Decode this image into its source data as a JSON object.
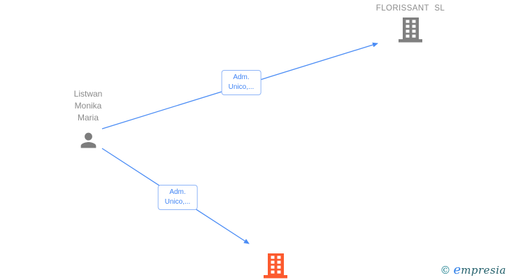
{
  "diagram_title": "",
  "person": {
    "name": "Listwan\nMonika\nMaria",
    "icon": "person-icon"
  },
  "company_top": {
    "name": "FLORISSANT SL",
    "icon": "building-icon"
  },
  "company_bottom": {
    "name": "",
    "icon": "building-icon"
  },
  "edges": [
    {
      "label": "Adm.\nUnico,...",
      "from": "Listwan Monika Maria",
      "to": "FLORISSANT SL"
    },
    {
      "label": "Adm.\nUnico,...",
      "from": "Listwan Monika Maria",
      "to": "bottom-company"
    }
  ],
  "colors": {
    "edge": "#4a8cf5",
    "edge_label_text": "#4285f4",
    "edge_label_border": "#8fb5f8",
    "person_icon": "#7d7d7d",
    "company_gray_icon": "#808080",
    "company_orange_icon": "#fc5a2e",
    "label_text_gray": "#8a8a8a",
    "watermark_teal": "#1b7f8e",
    "watermark_blue": "#2f7fe8",
    "watermark_dark_teal": "#23606b"
  },
  "watermark": {
    "copyright": "©",
    "brand_first": "e",
    "brand_rest": "mpresia"
  }
}
